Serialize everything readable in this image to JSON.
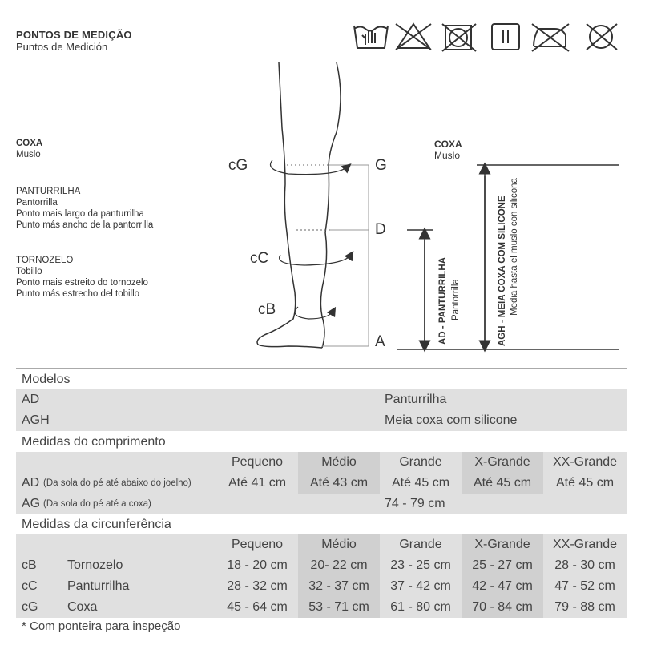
{
  "header": {
    "title": "PONTOS DE MEDIÇÃO",
    "subtitle": "Puntos de Medición"
  },
  "care_icons": [
    "hand-wash-icon",
    "no-bleach-icon",
    "no-tumble-dry-icon",
    "line-dry-icon",
    "no-iron-icon",
    "no-dry-clean-icon"
  ],
  "left_labels": {
    "coxa": {
      "title": "COXA",
      "lines": [
        "Muslo"
      ]
    },
    "panturrilha": {
      "title": "PANTURRILHA",
      "lines": [
        "Pantorrilla",
        "Ponto mais largo da panturrilha",
        "Punto más ancho de la pantorrilla"
      ]
    },
    "tornozelo": {
      "title": "TORNOZELO",
      "lines": [
        "Tobillo",
        "Ponto mais estreito do tornozelo",
        "Punto más estrecho del tobillo"
      ]
    }
  },
  "diagram": {
    "points": {
      "cg": "cG",
      "cc": "cC",
      "cb": "cB",
      "g": "G",
      "d": "D",
      "a": "A"
    },
    "right_coxa_title": "COXA",
    "right_coxa_sub": "Muslo",
    "ad_label": "AD - PANTURRILHA",
    "ad_sub": "Pantorrilla",
    "agh_label": "AGH - MEIA COXA COM SILICONE",
    "agh_sub": "Media hasta el muslo con silicona"
  },
  "table": {
    "models_heading": "Modelos",
    "models": [
      {
        "code": "AD",
        "name": "Panturrilha"
      },
      {
        "code": "AGH",
        "name": "Meia coxa com silicone"
      }
    ],
    "length_heading": "Medidas do comprimento",
    "sizes": [
      "Pequeno",
      "Médio",
      "Grande",
      "X-Grande",
      "XX-Grande"
    ],
    "length_rows": [
      {
        "code": "AD",
        "desc": "(Da sola do pé até abaixo do joelho)",
        "values": [
          "Até 41 cm",
          "Até 43 cm",
          "Até 45 cm",
          "Até 45 cm",
          "Até 45 cm"
        ]
      },
      {
        "code": "AG",
        "desc": "(Da sola do pé até a coxa)",
        "values": [
          "74 - 79 cm"
        ]
      }
    ],
    "circ_heading": "Medidas da circunferência",
    "circ_rows": [
      {
        "code": "cB",
        "name": "Tornozelo",
        "values": [
          "18 - 20 cm",
          "20- 22 cm",
          "23 - 25 cm",
          "25 - 27 cm",
          "28 - 30 cm"
        ]
      },
      {
        "code": "cC",
        "name": "Panturrilha",
        "values": [
          "28 - 32 cm",
          "32 - 37 cm",
          "37 - 42 cm",
          "42 - 47 cm",
          "47 - 52 cm"
        ]
      },
      {
        "code": "cG",
        "name": "Coxa",
        "values": [
          "45 - 64 cm",
          "53 - 71 cm",
          "61 - 80 cm",
          "70 - 84 cm",
          "79 - 88 cm"
        ]
      }
    ],
    "footnote": "* Com ponteira para inspeção"
  }
}
